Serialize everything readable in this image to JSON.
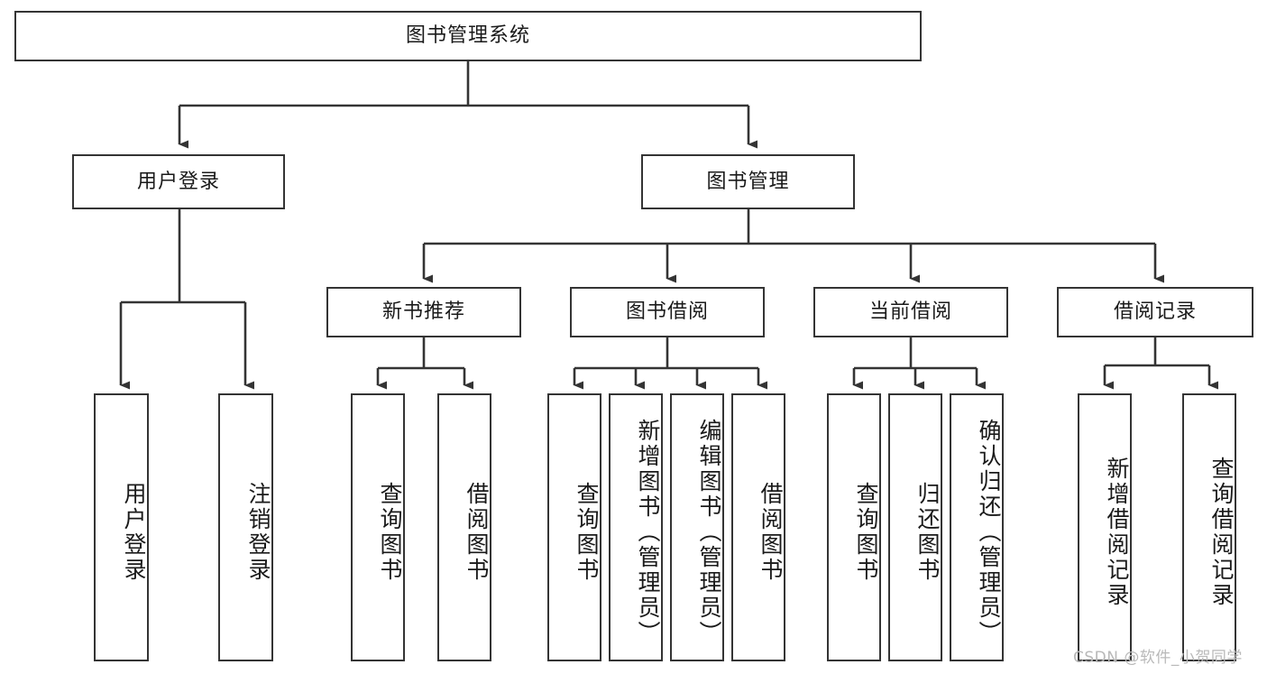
{
  "diagram": {
    "title": "图书管理系统",
    "watermark": "CSDN @软件_小贺同学",
    "stroke_color": "#343434",
    "text_color": "#1a1a1a",
    "background_color": "#ffffff",
    "root": {
      "label": "图书管理系统"
    },
    "level2": [
      {
        "label": "用户登录"
      },
      {
        "label": "图书管理"
      }
    ],
    "level3": [
      {
        "label": "新书推荐"
      },
      {
        "label": "图书借阅"
      },
      {
        "label": "当前借阅"
      },
      {
        "label": "借阅记录"
      }
    ],
    "leaves": {
      "user_login": [
        {
          "label": "用户登录"
        },
        {
          "label": "注销登录"
        }
      ],
      "new_book_recommend": [
        {
          "label": "查询图书"
        },
        {
          "label": "借阅图书"
        }
      ],
      "book_borrow": [
        {
          "label": "查询图书"
        },
        {
          "label": "新增图书（管理员）"
        },
        {
          "label": "编辑图书（管理员）"
        },
        {
          "label": "借阅图书"
        }
      ],
      "current_borrow": [
        {
          "label": "查询图书"
        },
        {
          "label": "归还图书"
        },
        {
          "label": "确认归还（管理员）"
        }
      ],
      "borrow_record": [
        {
          "label": "新增借阅记录"
        },
        {
          "label": "查询借阅记录"
        }
      ]
    }
  }
}
